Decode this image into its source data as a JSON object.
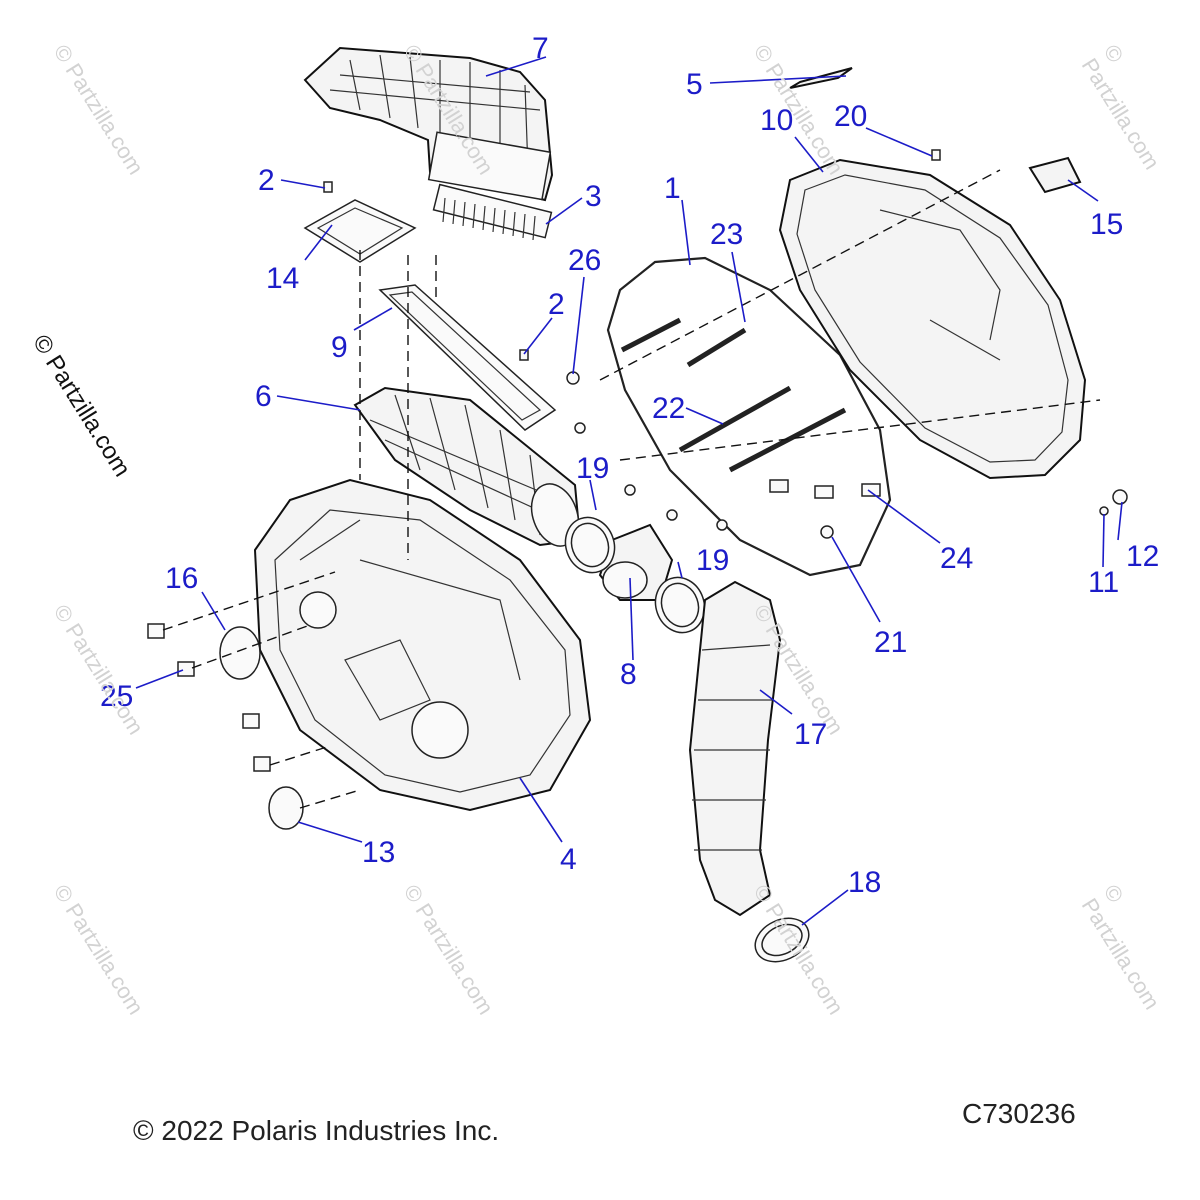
{
  "diagram": {
    "callouts": [
      "1",
      "2",
      "2",
      "3",
      "4",
      "5",
      "6",
      "7",
      "8",
      "9",
      "10",
      "11",
      "12",
      "13",
      "14",
      "15",
      "16",
      "17",
      "18",
      "19",
      "19",
      "20",
      "21",
      "22",
      "23",
      "24",
      "25",
      "26"
    ],
    "copyright": "© 2022 Polaris Industries Inc.",
    "diagram_id": "C730236",
    "side_mark": "© Partzilla.com",
    "watermark": "© Partzilla.com",
    "colors": {
      "callout": "#1c1cc8",
      "line": "#111111",
      "watermark": "#d2d2d2"
    }
  }
}
